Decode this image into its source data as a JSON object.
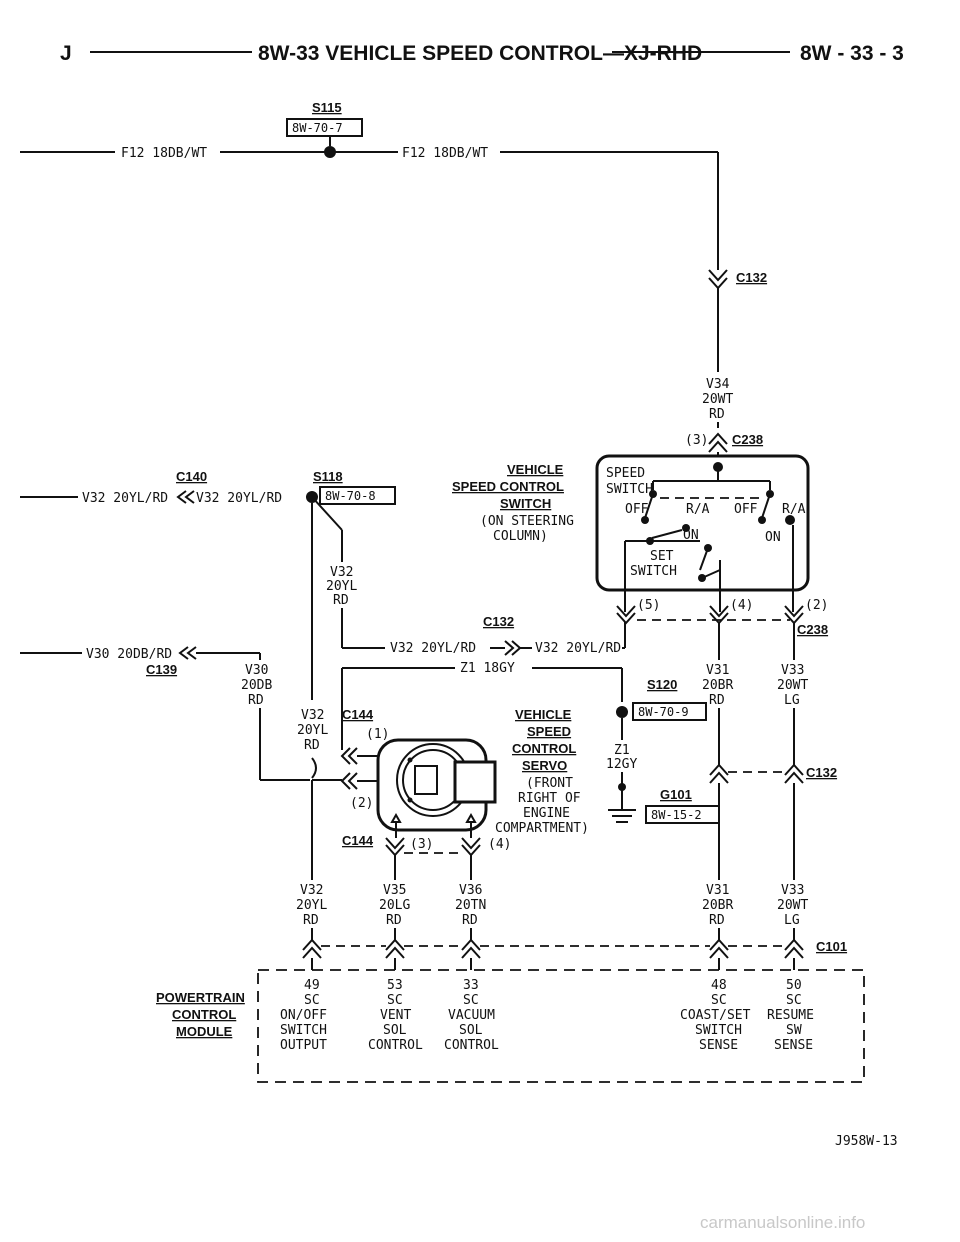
{
  "header": {
    "left": "J",
    "title": "8W-33 VEHICLE SPEED CONTROL—XJ-RHD",
    "page": "8W - 33 - 3"
  },
  "splices": {
    "s115": {
      "id": "S115",
      "ref": "8W-70-7"
    },
    "s118": {
      "id": "S118",
      "ref": "8W-70-8"
    },
    "s120": {
      "id": "S120",
      "ref": "8W-70-9"
    },
    "g101": {
      "id": "G101",
      "ref": "8W-15-2"
    }
  },
  "connectors": {
    "c132": "C132",
    "c238": "C238",
    "c140": "C140",
    "c139": "C139",
    "c144": "C144",
    "c101": "C101"
  },
  "wires": {
    "f12_left": "F12 18DB/WT",
    "f12_right": "F12 18DB/WT",
    "v34": [
      "V34",
      "20WT",
      "RD"
    ],
    "v32_in_a": "V32 20YL/RD",
    "v32_in_b": "V32 20YL/RD",
    "v32_vert": [
      "V32",
      "20YL",
      "RD"
    ],
    "v32_h_a": "V32 20YL/RD",
    "v32_h_b": "V32 20YL/RD",
    "v30_in": "V30 20DB/RD",
    "v30_vert": [
      "V30",
      "20DB",
      "RD"
    ],
    "z1_h": "Z1 18GY",
    "z1_v": [
      "Z1",
      "12GY"
    ],
    "v32_servo": [
      "V32",
      "20YL",
      "RD"
    ],
    "v31_top": [
      "V31",
      "20BR",
      "RD"
    ],
    "v33_top": [
      "V33",
      "20WT",
      "LG"
    ],
    "v32_bot": [
      "V32",
      "20YL",
      "RD"
    ],
    "v35_bot": [
      "V35",
      "20LG",
      "RD"
    ],
    "v36_bot": [
      "V36",
      "20TN",
      "RD"
    ],
    "v31_bot": [
      "V31",
      "20BR",
      "RD"
    ],
    "v33_bot": [
      "V33",
      "20WT",
      "LG"
    ]
  },
  "pins": {
    "c238_3": "(3)",
    "c238_5": "(5)",
    "c238_4": "(4)",
    "c238_2": "(2)",
    "c144_1": "(1)",
    "c144_2": "(2)",
    "c144_3": "(3)",
    "c144_4": "(4)"
  },
  "speed_switch": {
    "title": [
      "VEHICLE",
      "SPEED CONTROL",
      "SWITCH"
    ],
    "note": [
      "(ON STEERING",
      "COLUMN)"
    ],
    "speed_label": [
      "SPEED",
      "SWITCH"
    ],
    "off_left": "OFF",
    "ra_left": "R/A",
    "off_right": "OFF",
    "ra_right": "R/A",
    "on_mid": "ON",
    "on_right": "ON",
    "set_label": [
      "SET",
      "SWITCH"
    ]
  },
  "servo": {
    "title": [
      "VEHICLE",
      "SPEED",
      "CONTROL",
      "SERVO"
    ],
    "note": [
      "(FRONT",
      "RIGHT OF",
      "ENGINE",
      "COMPARTMENT)"
    ]
  },
  "pcm": {
    "title": [
      "POWERTRAIN",
      "CONTROL",
      "MODULE"
    ],
    "pins": [
      {
        "num": "49",
        "lines": [
          "SC",
          "ON/OFF",
          "SWITCH",
          "OUTPUT"
        ]
      },
      {
        "num": "53",
        "lines": [
          "SC",
          "VENT",
          "SOL",
          "CONTROL"
        ]
      },
      {
        "num": "33",
        "lines": [
          "SC",
          "VACUUM",
          "SOL",
          "CONTROL"
        ]
      },
      {
        "num": "48",
        "lines": [
          "SC",
          "COAST/SET",
          "SWITCH",
          "SENSE"
        ]
      },
      {
        "num": "50",
        "lines": [
          "SC",
          "RESUME",
          "SW",
          "SENSE"
        ]
      }
    ]
  },
  "figure_id": "J958W-13",
  "watermark": "carmanualsonline.info"
}
